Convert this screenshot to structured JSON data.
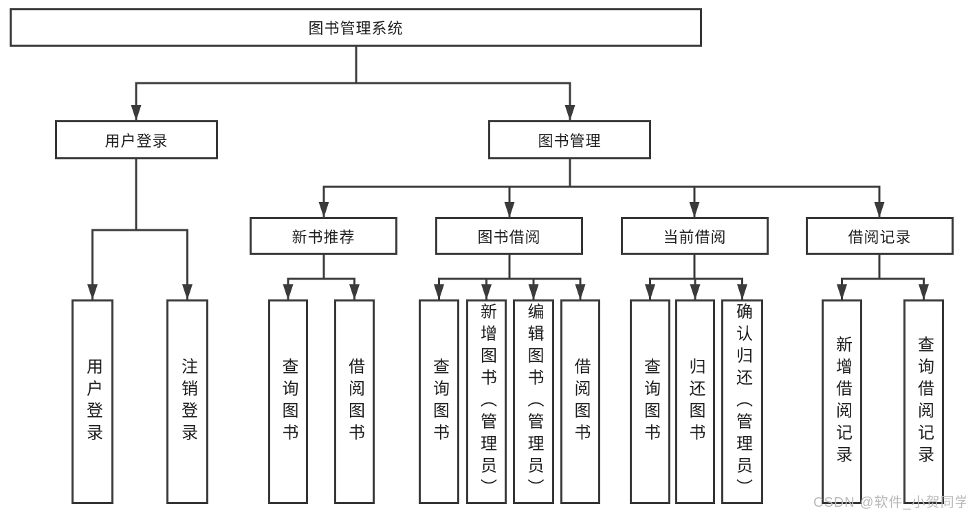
{
  "diagram": {
    "colors": {
      "line": "#3b3b3b",
      "box_border": "#3a3a3a",
      "text": "#1e1e1e",
      "watermark": "#b9b9b9",
      "background": "#ffffff"
    },
    "tree": {
      "label": "图书管理系统",
      "children": [
        {
          "label": "用户登录",
          "children": [
            {
              "label": "用户登录"
            },
            {
              "label": "注销登录"
            }
          ]
        },
        {
          "label": "图书管理",
          "children": [
            {
              "label": "新书推荐",
              "children": [
                {
                  "label": "查询图书"
                },
                {
                  "label": "借阅图书"
                }
              ]
            },
            {
              "label": "图书借阅",
              "children": [
                {
                  "label": "查询图书"
                },
                {
                  "label": "新增图书（管理员）"
                },
                {
                  "label": "编辑图书（管理员）"
                },
                {
                  "label": "借阅图书"
                }
              ]
            },
            {
              "label": "当前借阅",
              "children": [
                {
                  "label": "查询图书"
                },
                {
                  "label": "归还图书"
                },
                {
                  "label": "确认归还（管理员）"
                }
              ]
            },
            {
              "label": "借阅记录",
              "children": [
                {
                  "label": "新增借阅记录"
                },
                {
                  "label": "查询借阅记录"
                }
              ]
            }
          ]
        }
      ]
    },
    "watermark": {
      "text": "CSDN @软件_小贺同学"
    }
  }
}
